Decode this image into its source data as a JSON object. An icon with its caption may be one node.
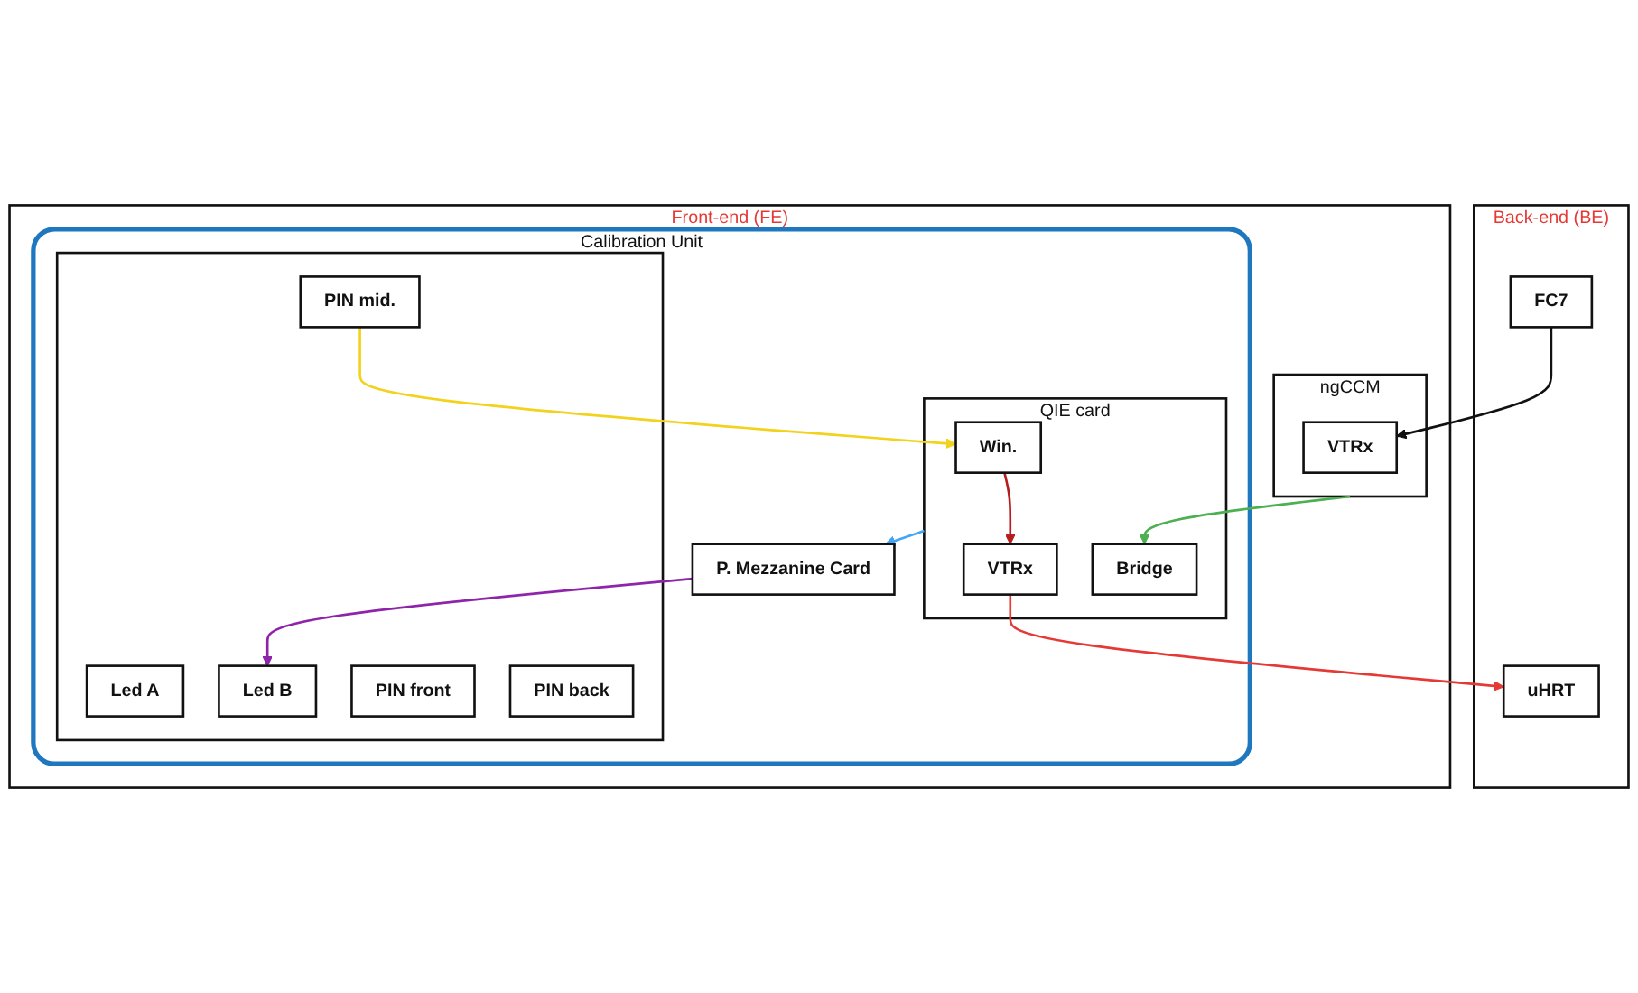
{
  "diagram": {
    "nodes": [
      {
        "text": [
          "Back-end (BE)"
        ]
      },
      {
        "text": [
          "uHRT"
        ],
        "in": 0
      },
      {
        "text": [
          "FC7"
        ],
        "in": 0
      },
      {
        "text": [
          "Front-end (FE)"
        ]
      },
      {
        "text": [
          "ngCCM"
        ],
        "in": 3
      },
      {
        "text": [
          "VTRx"
        ],
        "in": 4
      },
      {
        "text": [
          "Calibration Unit"
        ],
        "in": 3
      },
      {
        "text": [
          "QIE card"
        ],
        "in": 6
      },
      {
        "text": [
          "Win."
        ],
        "in": 7
      },
      {
        "text": [
          "VTRx"
        ],
        "in": 7
      },
      {
        "text": [
          "Bridge"
        ],
        "in": 7
      },
      {
        "text": [
          "P. Mezzanine Card"
        ],
        "in": 6
      },
      {
        "text": [],
        "shape": "box",
        "in": 6
      },
      {
        "text": [
          "Led A"
        ],
        "in": 12
      },
      {
        "text": [
          "Led B"
        ],
        "in": 12
      },
      {
        "text": [
          "PIN front"
        ],
        "in": 12
      },
      {
        "text": [
          "PIN mid."
        ],
        "in": 12
      },
      {
        "text": [
          "PIN back"
        ],
        "in": 12
      }
    ],
    "edges": [
      {
        "from": 2,
        "to": 5,
        "arrow": "to"
      },
      {
        "from": 9,
        "to": 1,
        "arrow": "to",
        "color": "#e53935"
      },
      {
        "from": 8,
        "to": 9,
        "arrow": "to",
        "color": "#b71c1c"
      },
      {
        "from": 4,
        "to": 10,
        "arrow": "to",
        "color": "#4caf50"
      },
      {
        "from": 7,
        "to": 11,
        "arrow": "to",
        "color": "#42a5f5"
      },
      {
        "from": 16,
        "to": 8,
        "arrow": "to",
        "color": "#f2d21b"
      },
      {
        "from": 11,
        "to": 14,
        "arrow": "to",
        "color": "#8e24aa"
      }
    ]
  }
}
